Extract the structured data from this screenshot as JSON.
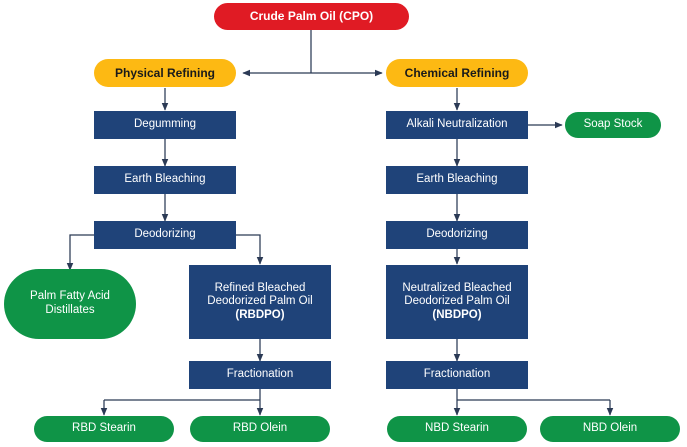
{
  "diagram": {
    "title_node": "Crude Palm Oil (CPO)",
    "stages": {
      "physical": "Physical Refining",
      "chemical": "Chemical Refining"
    },
    "physical_branch": {
      "step1": "Degumming",
      "step2": "Earth Bleaching",
      "step3": "Deodorizing",
      "byproduct_line1": "Palm Fatty Acid",
      "byproduct_line2": "Distillates",
      "product_line1": "Refined Bleached",
      "product_line2": "Deodorized Palm Oil",
      "product_line3": "(RBDPO)",
      "fractionation": "Fractionation",
      "output1": "RBD Stearin",
      "output2": "RBD Olein"
    },
    "chemical_branch": {
      "step1": "Alkali Neutralization",
      "byproduct": "Soap Stock",
      "step2": "Earth Bleaching",
      "step3": "Deodorizing",
      "product_line1": "Neutralized Bleached",
      "product_line2": "Deodorized Palm Oil",
      "product_line3": "(NBDPO)",
      "fractionation": "Fractionation",
      "output1": "NBD Stearin",
      "output2": "NBD Olein"
    },
    "colors": {
      "source": "#e01b24",
      "stage": "#fdb913",
      "process": "#1f4379",
      "product": "#0f9447",
      "connector": "#2b3a55",
      "background": "#ffffff"
    }
  }
}
